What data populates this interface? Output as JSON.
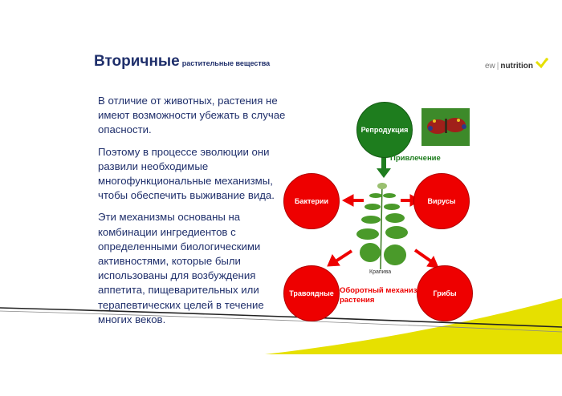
{
  "header": {
    "title": "Вторичные",
    "subtitle": "растительные вещества"
  },
  "logo": {
    "left": "ew",
    "right": "nutrition"
  },
  "paragraphs": [
    "В отличие от животных, растения не имеют возможности убежать в случае опасности.",
    "Поэтому в процессе эволюции они развили необходимые многофункциональные механизмы, чтобы обеспечить выживание вида.",
    "Эти механизмы основаны на комбинации ингредиентов с определенными биологическими активностями, которые были использованы для возбуждения аппетита, пищеварительных или терапевтических целей в течение многих веков."
  ],
  "diagram": {
    "reproduction": "Репродукция",
    "attraction": "Привлечение",
    "bacteria": "Бактерии",
    "viruses": "Вирусы",
    "herbivores": "Травоядные",
    "fungi": "Грибы",
    "plant_label": "Крапива",
    "defense": "Оборотный механизм растения"
  },
  "colors": {
    "green": "#1e7d1e",
    "red": "#ee0000",
    "navy": "#1f2f6b",
    "yellow": "#e6e000"
  }
}
